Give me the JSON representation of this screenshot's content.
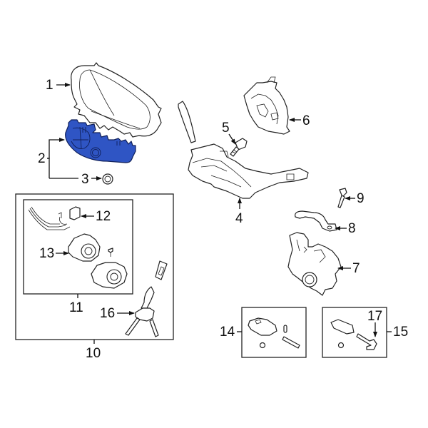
{
  "diagram": {
    "type": "exploded-parts-diagram",
    "highlight_color": "#2f55c4",
    "highlighted_part": "2",
    "callouts": [
      {
        "id": "1",
        "label": "1"
      },
      {
        "id": "2",
        "label": "2"
      },
      {
        "id": "3",
        "label": "3"
      },
      {
        "id": "4",
        "label": "4"
      },
      {
        "id": "5",
        "label": "5"
      },
      {
        "id": "6",
        "label": "6"
      },
      {
        "id": "7",
        "label": "7"
      },
      {
        "id": "8",
        "label": "8"
      },
      {
        "id": "9",
        "label": "9"
      },
      {
        "id": "10",
        "label": "10"
      },
      {
        "id": "11",
        "label": "11"
      },
      {
        "id": "12",
        "label": "12"
      },
      {
        "id": "13",
        "label": "13"
      },
      {
        "id": "14",
        "label": "14"
      },
      {
        "id": "15",
        "label": "15"
      },
      {
        "id": "16",
        "label": "16"
      },
      {
        "id": "17",
        "label": "17"
      }
    ],
    "groups": [
      {
        "id": "10",
        "contains": [
          "11",
          "16"
        ]
      },
      {
        "id": "11",
        "contains": [
          "12",
          "13"
        ]
      },
      {
        "id": "14",
        "contains": []
      },
      {
        "id": "15",
        "contains": [
          "17"
        ]
      }
    ]
  }
}
